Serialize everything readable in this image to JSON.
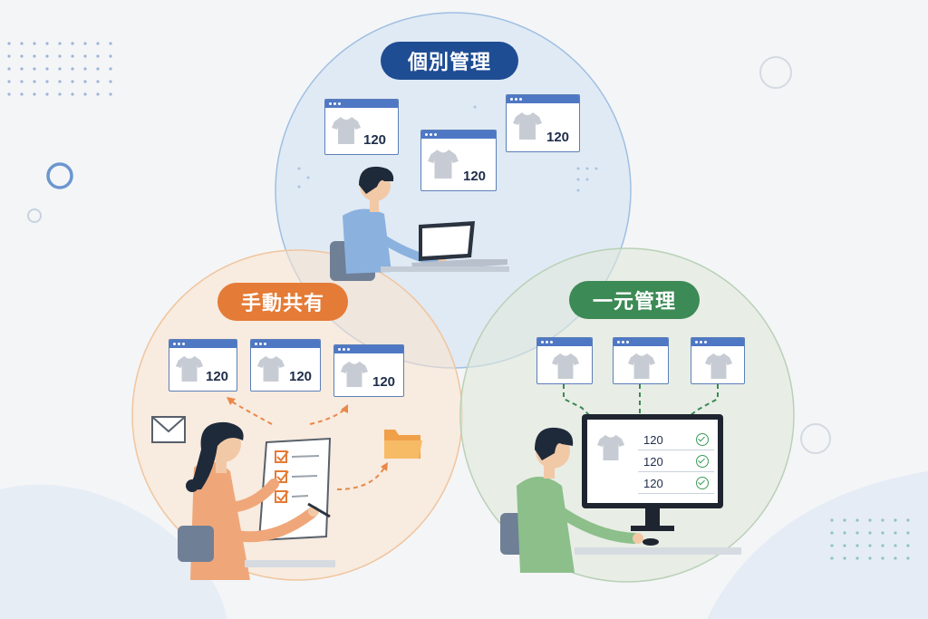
{
  "labels": {
    "individual": "個別管理",
    "manual": "手動共有",
    "central": "一元管理"
  },
  "colors": {
    "individual_pill": "#1f4d94",
    "manual_pill": "#e47b36",
    "central_pill": "#3c8a55",
    "individual_circle": "#cfe0f2",
    "manual_circle": "#fbe1cc",
    "central_circle": "#dfe8da"
  },
  "windows": {
    "individual": [
      {
        "price": "120"
      },
      {
        "price": "120"
      },
      {
        "price": "120"
      }
    ],
    "manual": [
      {
        "price": "120"
      },
      {
        "price": "120"
      },
      {
        "price": "120"
      }
    ],
    "central": [
      {
        "price": ""
      },
      {
        "price": ""
      },
      {
        "price": ""
      }
    ]
  },
  "monitor_rows": [
    "120",
    "120",
    "120"
  ],
  "icons": [
    "tshirt-icon",
    "envelope-icon",
    "folder-icon",
    "check-icon",
    "laptop-icon",
    "monitor-icon",
    "clipboard-icon"
  ]
}
